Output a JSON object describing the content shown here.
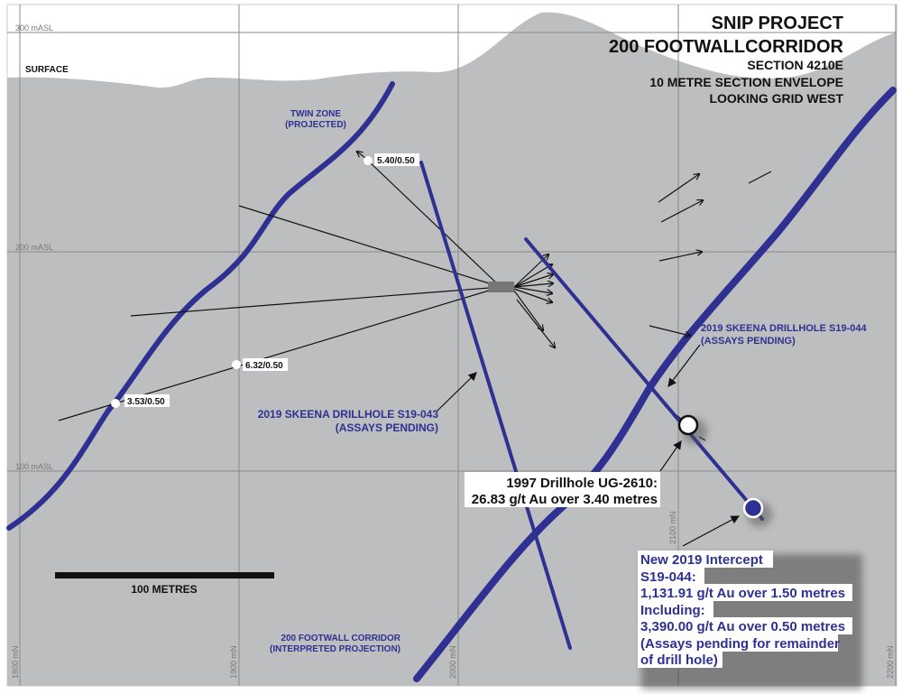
{
  "title": {
    "line1": "SNIP PROJECT",
    "line2": "200 FOOTWALLCORRIDOR",
    "line3": "SECTION 4210E",
    "line4": "10 METRE SECTION ENVELOPE",
    "line5": "LOOKING GRID WEST"
  },
  "elevations": [
    "300 mASL",
    "200 mASL",
    "100 mASL"
  ],
  "northings": [
    "1800 mN",
    "1900 mN",
    "2000 mN",
    "2100 mN",
    "2200 mN"
  ],
  "surface_label": "SURFACE",
  "twin_zone": {
    "line1": "TWIN ZONE",
    "line2": "(PROJECTED)"
  },
  "footwall": {
    "line1": "200 FOOTWALL CORRIDOR",
    "line2": "(INTERPRETED PROJECTION)"
  },
  "s19_043": {
    "line1": "2019 SKEENA DRILLHOLE S19-043",
    "line2": "(ASSAYS PENDING)"
  },
  "s19_044": {
    "line1": "2019 SKEENA DRILLHOLE S19-044",
    "line2": "(ASSAYS PENDING)"
  },
  "assays": [
    "5.40/0.50",
    "6.32/0.50",
    "3.53/0.50"
  ],
  "ug2610": {
    "line1": "1997 Drillhole UG-2610:",
    "line2": "26.83 g/t Au over 3.40 metres"
  },
  "intercept": {
    "lines": [
      "New 2019 Intercept",
      "S19-044:",
      "1,131.91 g/t Au over 1.50 metres",
      "Including:",
      "3,390.00 g/t Au over 0.50 metres",
      "(Assays pending for remainder",
      "of drill hole)"
    ]
  },
  "scale_bar": {
    "label": "100 METRES"
  },
  "colors": {
    "vein": "#2e3192",
    "rock": "#bdbebf",
    "text_blue": "#2e3192"
  }
}
